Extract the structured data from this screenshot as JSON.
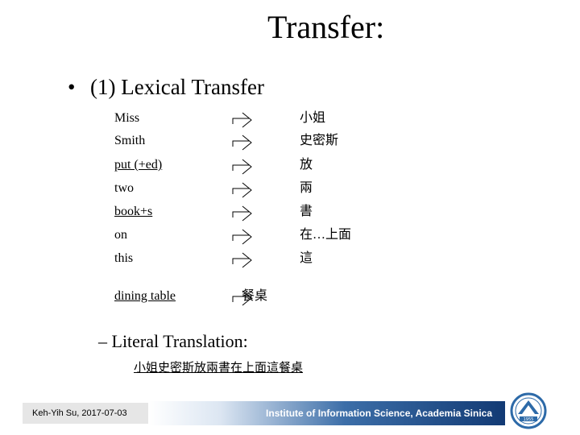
{
  "slide": {
    "title": "Transfer:",
    "bullet_marker": "•",
    "bullet_text": "(1) Lexical Transfer",
    "pairs": [
      {
        "source": "Miss",
        "target": "小姐"
      },
      {
        "source": "Smith",
        "target": "史密斯"
      },
      {
        "source": "put (+ed)",
        "target": "放"
      },
      {
        "source": "two",
        "target": "兩"
      },
      {
        "source": "book+s",
        "target": "書"
      },
      {
        "source": "on",
        "target": "在…上面"
      },
      {
        "source": "this",
        "target": "這"
      },
      {
        "source": "dining table",
        "target": "餐桌"
      }
    ],
    "subheading": "– Literal Translation:",
    "literal_translation": "小姐史密斯放兩書在上面這餐桌"
  },
  "footer": {
    "author_date": "Keh-Yih Su,  2017-07-03",
    "institute": "Institute of Information Science, Academia Sinica",
    "logo_text": "1955"
  },
  "colors": {
    "bar_dark": "#123a74",
    "bar_mid": "#3c6ea8",
    "logo_blue": "#2d6aa8"
  }
}
